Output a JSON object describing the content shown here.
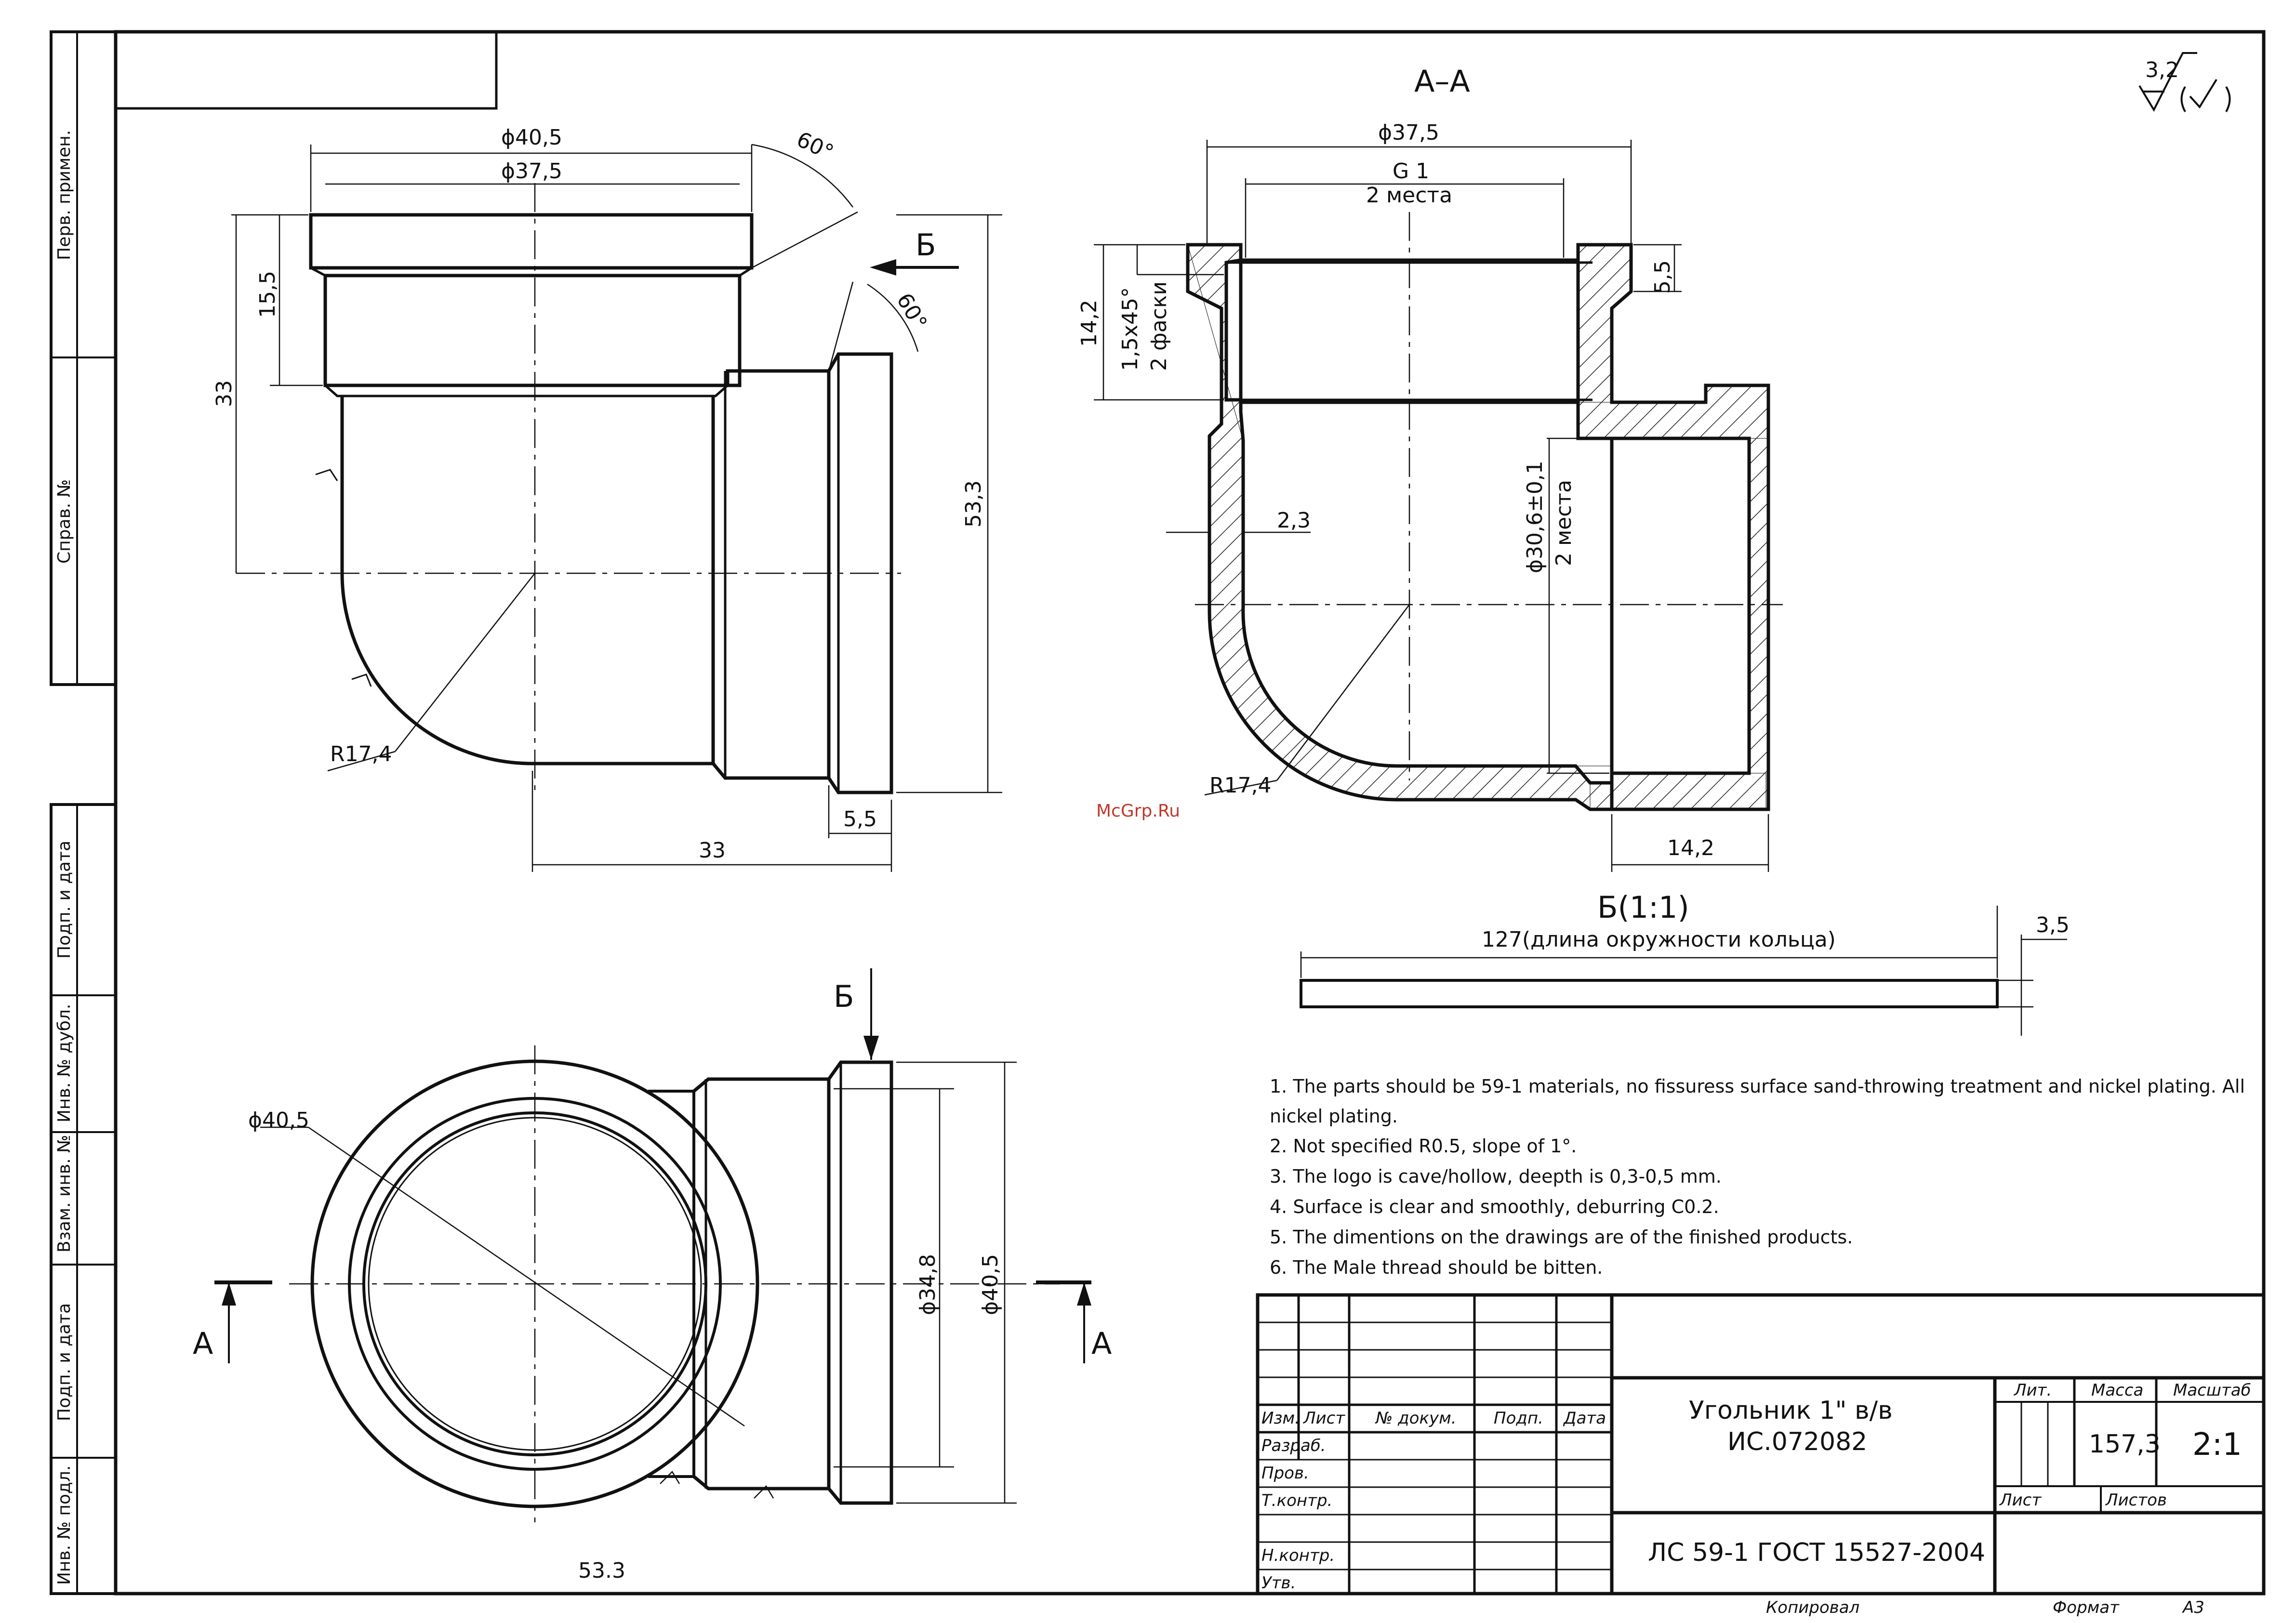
{
  "side_stamp": [
    "Перв. примен.",
    "Справ. №",
    "Подп. и дата",
    "Инв. № дубл.",
    "Взам. инв. №",
    "Подп. и дата",
    "Инв. № подл."
  ],
  "roughness": "3,2",
  "front": {
    "d_outer": "ϕ40,5",
    "d_inner": "ϕ37,5",
    "angle_top": "60°",
    "angle_right": "60°",
    "section_b_mark": "Б",
    "h_15_5": "15,5",
    "h_33": "33",
    "h_53_3": "53,3",
    "radius": "R17,4",
    "w_5_5": "5,5",
    "w_33": "33"
  },
  "section": {
    "title": "А–А",
    "d_37_5": "ϕ37,5",
    "thread": "G 1",
    "thread_note": "2 места",
    "d_14_2_left": "14,2",
    "chamfer": "1,5х45°",
    "chamfer_note": "2 фаски",
    "d_5_5": "5,5",
    "wall": "2,3",
    "bore": "ϕ30,6±0,1",
    "bore_note": "2 места",
    "radius": "R17,4",
    "d_14_2_bottom": "14,2",
    "watermark": "McGrp.Ru"
  },
  "ring": {
    "title": "Б(1:1)",
    "length": "127(длина окружности кольца)",
    "thickness": "3,5"
  },
  "bottom_view": {
    "d_outer": "ϕ40,5",
    "mark_b": "Б",
    "d_34_8": "ϕ34,8",
    "d_40_5": "ϕ40,5",
    "mark_a_left": "А",
    "mark_a_right": "А",
    "w_53_3": "53.3"
  },
  "notes": [
    "1. The parts should be 59-1 materials, no fissuress surface sand-throwing treatment and nickel plating. All",
    "nickel plating.",
    "2. Not specified R0.5, slope of 1°.",
    "3. The logo is cave/hollow, deepth is 0,3-0,5 mm.",
    "4. Surface is clear and smoothly, deburring C0.2.",
    "5. The dimentions on the drawings are of the finished products.",
    "6. The Male thread should be bitten."
  ],
  "title_block": {
    "cols": [
      "Изм.",
      "Лист",
      "№ докум.",
      "Подп.",
      "Дата"
    ],
    "rows": [
      "Разраб.",
      "Пров.",
      "Т.контр.",
      "Н.контр.",
      "Утв."
    ],
    "name_line1": "Угольник 1\" в/в",
    "name_line2": "ИС.072082",
    "lit": "Лит.",
    "mass_label": "Масса",
    "scale_label": "Масштаб",
    "mass": "157,3",
    "scale": "2:1",
    "sheet": "Лист",
    "sheets": "Листов",
    "material": "ЛС 59-1 ГОСТ 15527-2004",
    "copied": "Копировал",
    "format_label": "Формат",
    "format": "А3"
  }
}
